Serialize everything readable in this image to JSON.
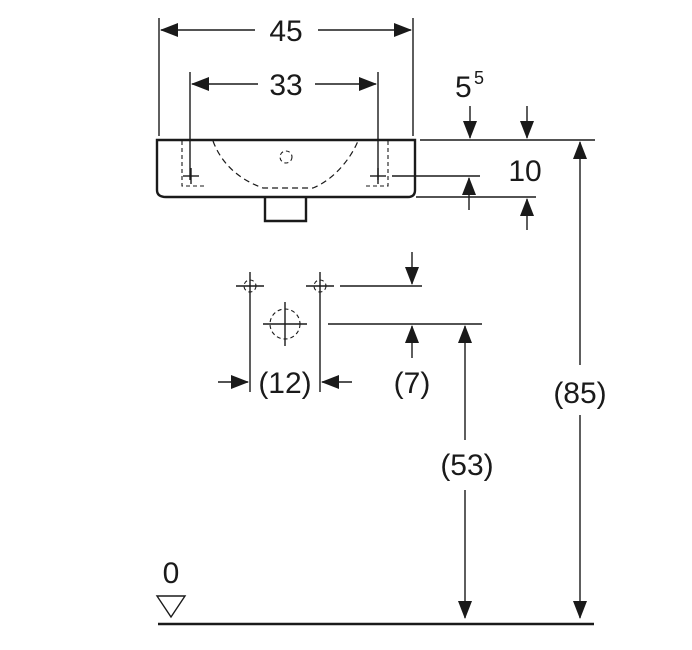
{
  "dimensions": {
    "width_overall": "45",
    "tap_spacing": "33",
    "offset_main": "5",
    "offset_sup": "5",
    "depth": "10",
    "waste_spacing": "(12)",
    "waste_offset": "(7)",
    "waste_height": "(53)",
    "rim_height": "(85)",
    "floor_level": "0"
  },
  "icons": {
    "floor_marker": "level-triangle-icon"
  }
}
